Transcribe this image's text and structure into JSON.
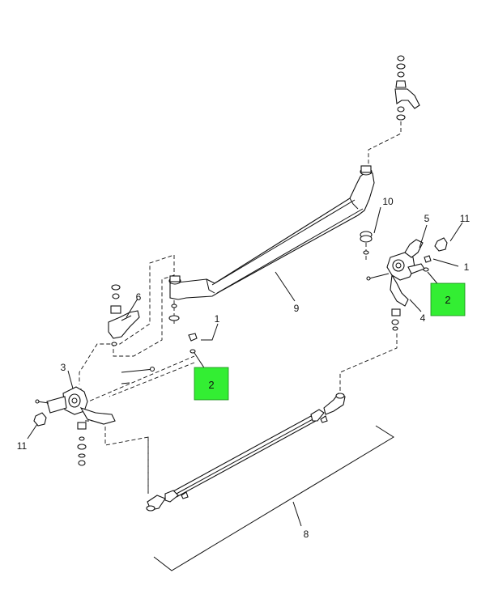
{
  "diagram": {
    "highlight_color": "#33ee33",
    "callouts": [
      {
        "id": "c1-left",
        "label": "1"
      },
      {
        "id": "c1-right",
        "label": "1"
      },
      {
        "id": "c2-left",
        "label": "2"
      },
      {
        "id": "c2-right",
        "label": "2"
      },
      {
        "id": "c3",
        "label": "3"
      },
      {
        "id": "c4",
        "label": "4"
      },
      {
        "id": "c5",
        "label": "5"
      },
      {
        "id": "c6",
        "label": "6"
      },
      {
        "id": "c8",
        "label": "8"
      },
      {
        "id": "c9",
        "label": "9"
      },
      {
        "id": "c10",
        "label": "10"
      },
      {
        "id": "c11-left",
        "label": "11"
      },
      {
        "id": "c11-right",
        "label": "11"
      }
    ]
  }
}
